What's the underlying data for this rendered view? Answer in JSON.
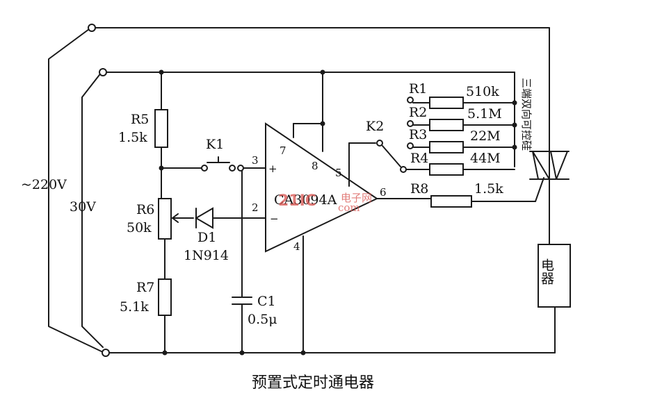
{
  "labels": {
    "ac_supply": "~220V",
    "dc_supply": "30V",
    "r5_name": "R5",
    "r5_value": "1.5k",
    "r6_name": "R6",
    "r6_value": "50k",
    "r7_name": "R7",
    "r7_value": "5.1k",
    "k1": "K1",
    "d1_name": "D1",
    "d1_part": "1N914",
    "c1_name": "C1",
    "c1_value": "0.5μ",
    "ic": "CA3094A",
    "k2": "K2",
    "r1_name": "R1",
    "r1_value": "510k",
    "r2_name": "R2",
    "r2_value": "5.1M",
    "r3_name": "R3",
    "r3_value": "22M",
    "r4_name": "R4",
    "r4_value": "44M",
    "r8_name": "R8",
    "r8_value": "1.5k",
    "triac": "三端双向可控硅",
    "load": "电器",
    "pin2": "2",
    "pin3": "3",
    "pin4": "4",
    "pin5": "5",
    "pin6": "6",
    "pin7": "7",
    "pin8": "8",
    "plus": "+",
    "minus": "−"
  },
  "watermark": {
    "logo": "21IC",
    "cn": "电子网",
    "url": "com"
  },
  "caption": "预置式定时通电器",
  "colors": {
    "ink": "#1a1a1a",
    "background": "#ffffff",
    "watermark": "#d9534f"
  }
}
